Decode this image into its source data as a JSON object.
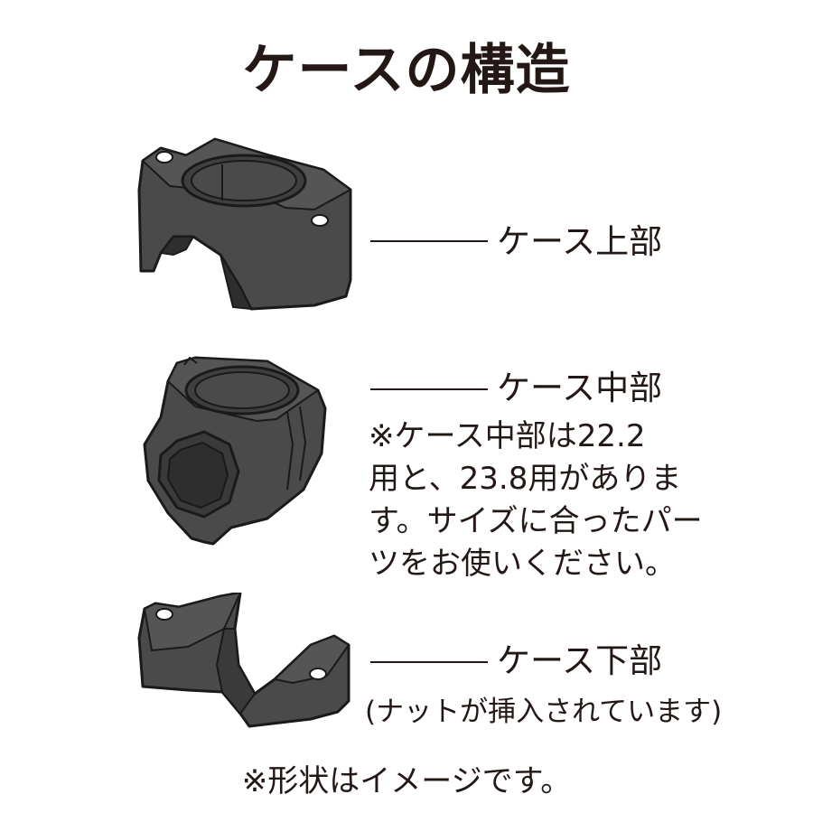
{
  "title": "ケースの構造",
  "parts": [
    {
      "label": "ケース上部"
    },
    {
      "label": "ケース中部",
      "note_lines": [
        "※ケース中部は22.2",
        "用と、23.8用がありま",
        "す。サイズに合ったパー",
        "ツをお使いください。"
      ]
    },
    {
      "label": "ケース下部",
      "sub_note": "(ナットが挿入されています)"
    }
  ],
  "footer_note": "※形状はイメージです。",
  "colors": {
    "part_fill": "#4a4a4a",
    "part_dark": "#2e2e2e",
    "outline": "#1a1a1a",
    "text": "#231815"
  }
}
